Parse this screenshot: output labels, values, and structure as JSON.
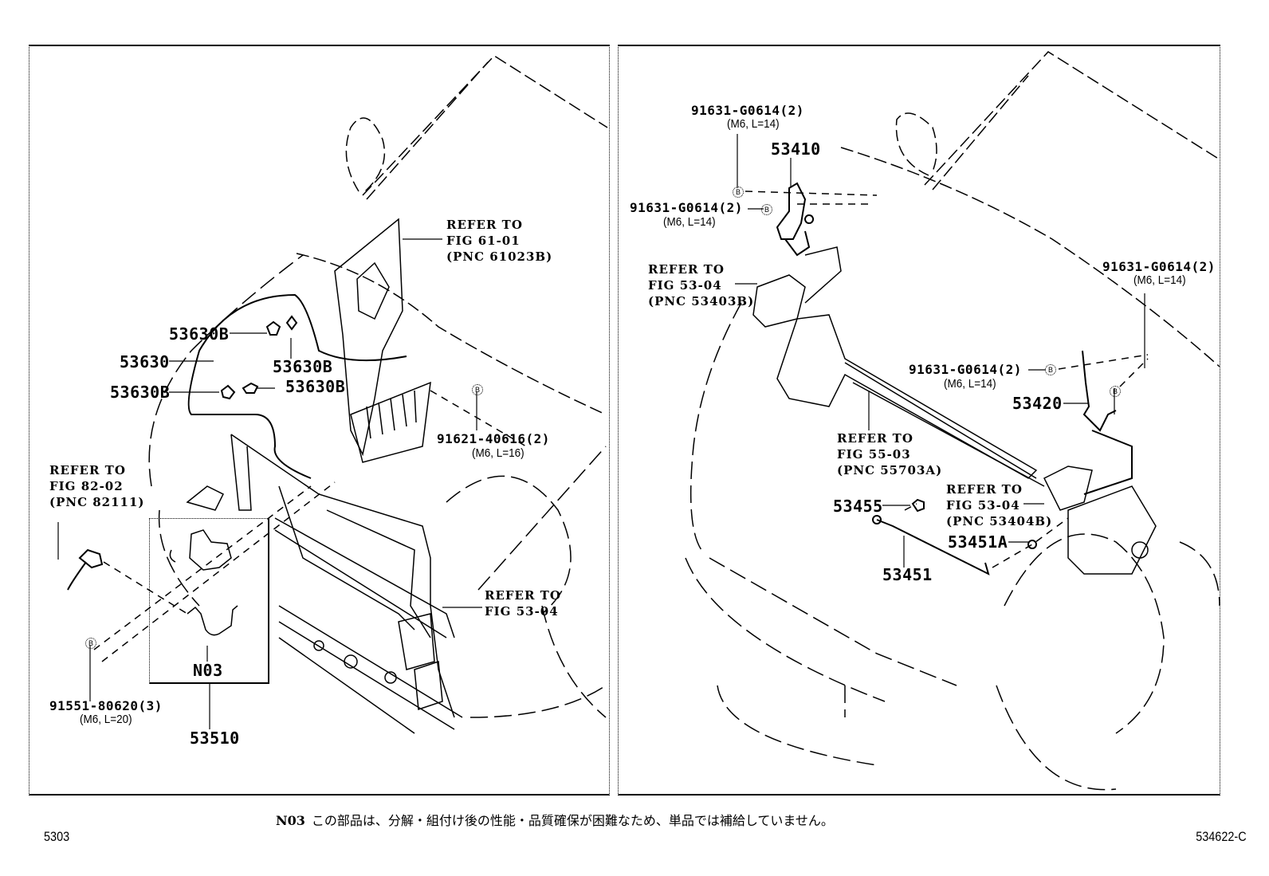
{
  "diagram": {
    "page_number": "5303",
    "figure_id": "534622-C",
    "footnote": {
      "code": "N03",
      "text": "この部品は、分解・組付け後の性能・品質確保が困難なため、単品では補給していません。"
    },
    "bolt_marker": "B",
    "left_panel": {
      "labels": {
        "cable_clamp_1": "53630B",
        "cable": "53630",
        "cable_clamp_2": "53630B",
        "cable_clamp_3": "53630B",
        "cable_clamp_4": "53630B",
        "lock_assembly": "53510",
        "inset_part": "N03"
      },
      "refers": {
        "fig_61_01": {
          "line1": "REFER TO",
          "line2": "FIG 61-01",
          "line3": "(PNC 61023B)"
        },
        "fig_82_02": {
          "line1": "REFER TO",
          "line2": "FIG 82-02",
          "line3": "(PNC 82111)"
        },
        "fig_53_04": {
          "line1": "REFER TO",
          "line2": "FIG 53-04"
        }
      },
      "bolts": {
        "bolt_91621": {
          "part": "91621-40616(2)",
          "spec": "(M6, L=16)"
        },
        "bolt_91551": {
          "part": "91551-80620(3)",
          "spec": "(M6, L=20)"
        }
      }
    },
    "right_panel": {
      "labels": {
        "hinge_left": "53410",
        "hinge_right": "53420",
        "support_rod": "53451",
        "rod_holder": "53451A",
        "rod_clip": "53455"
      },
      "refers": {
        "fig_53_04_b": {
          "line1": "REFER TO",
          "line2": "FIG 53-04",
          "line3": "(PNC 53403B)"
        },
        "fig_55_03": {
          "line1": "REFER TO",
          "line2": "FIG 55-03",
          "line3": "(PNC 55703A)"
        },
        "fig_53_04_c": {
          "line1": "REFER TO",
          "line2": "FIG 53-04",
          "line3": "(PNC 53404B)"
        }
      },
      "bolts": {
        "bolt_top": {
          "part": "91631-G0614(2)",
          "spec": "(M6, L=14)"
        },
        "bolt_left": {
          "part": "91631-G0614(2)",
          "spec": "(M6, L=14)"
        },
        "bolt_right_top": {
          "part": "91631-G0614(2)",
          "spec": "(M6, L=14)"
        },
        "bolt_right_mid": {
          "part": "91631-G0614(2)",
          "spec": "(M6, L=14)"
        }
      }
    }
  }
}
